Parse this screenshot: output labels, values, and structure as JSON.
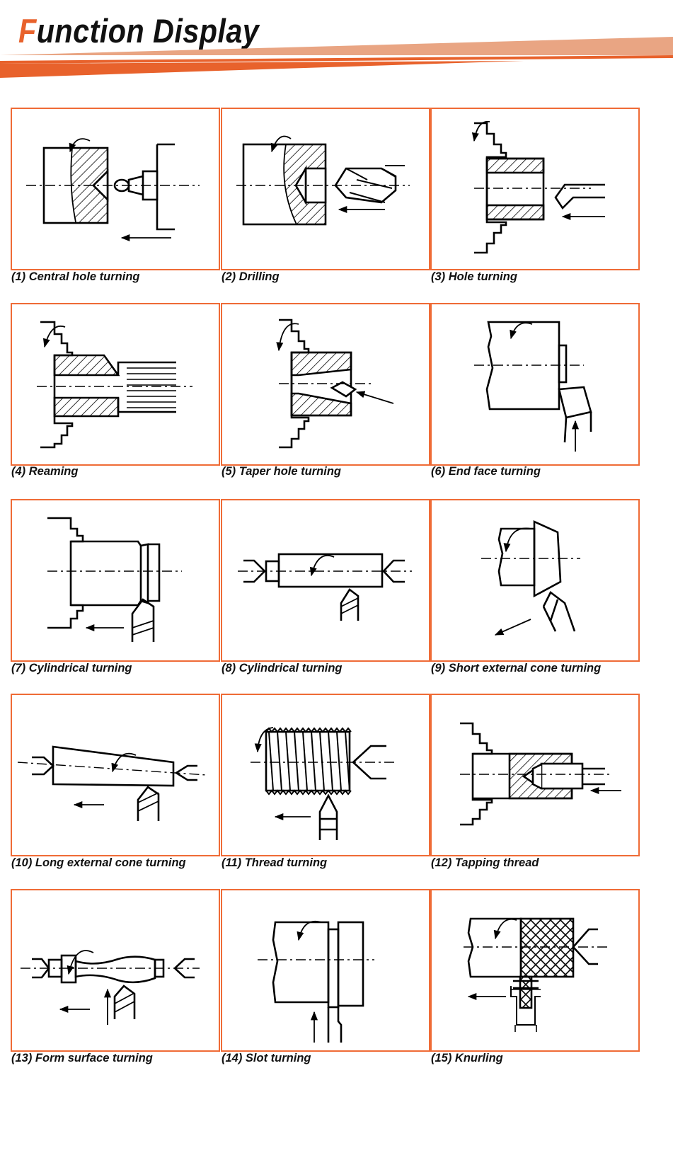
{
  "header": {
    "title_first": "F",
    "title_rest": "unction Display",
    "accent_color": "#e8622c"
  },
  "items": [
    {
      "caption": "(1) Central hole turning"
    },
    {
      "caption": "(2) Drilling"
    },
    {
      "caption": "(3) Hole turning"
    },
    {
      "caption": "(4) Reaming"
    },
    {
      "caption": "(5) Taper hole turning"
    },
    {
      "caption": "(6) End face turning"
    },
    {
      "caption": "(7) Cylindrical turning"
    },
    {
      "caption": "(8) Cylindrical turning"
    },
    {
      "caption": "(9) Short external cone turning"
    },
    {
      "caption": "(10) Long external cone turning"
    },
    {
      "caption": "(11) Thread turning"
    },
    {
      "caption": "(12) Tapping thread"
    },
    {
      "caption": "(13) Form surface turning"
    },
    {
      "caption": "(14) Slot turning"
    },
    {
      "caption": "(15) Knurling"
    }
  ]
}
